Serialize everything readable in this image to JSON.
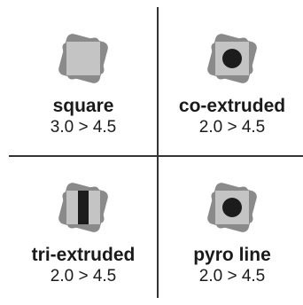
{
  "items": [
    {
      "title": "square",
      "range": "3.0 > 4.5",
      "icon": "square-rod-icon"
    },
    {
      "title": "co-extruded",
      "range": "2.0 > 4.5",
      "icon": "co-extruded-rod-icon"
    },
    {
      "title": "tri-extruded",
      "range": "2.0 > 4.5",
      "icon": "tri-extruded-rod-icon"
    },
    {
      "title": "pyro line",
      "range": "2.0 > 4.5",
      "icon": "pyro-line-rod-icon"
    }
  ],
  "colors": {
    "outer_shape": "#8a8a8a",
    "inner_square": "#c4c4c4",
    "core": "#1c1c1c",
    "divider": "#333333",
    "text": "#1a1a1a"
  }
}
